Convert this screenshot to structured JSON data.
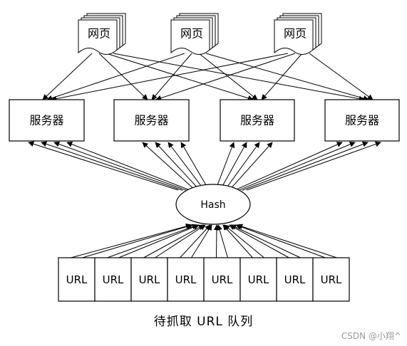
{
  "pages": [
    {
      "label": "网页"
    },
    {
      "label": "网页"
    },
    {
      "label": "网页"
    }
  ],
  "servers": [
    {
      "label": "服务器"
    },
    {
      "label": "服务器"
    },
    {
      "label": "服务器"
    },
    {
      "label": "服务器"
    }
  ],
  "hash": {
    "label": "Hash"
  },
  "urls": [
    {
      "label": "URL"
    },
    {
      "label": "URL"
    },
    {
      "label": "URL"
    },
    {
      "label": "URL"
    },
    {
      "label": "URL"
    },
    {
      "label": "URL"
    },
    {
      "label": "URL"
    },
    {
      "label": "URL"
    }
  ],
  "caption": "待抓取 URL 队列",
  "watermark": "CSDN @小翔^"
}
